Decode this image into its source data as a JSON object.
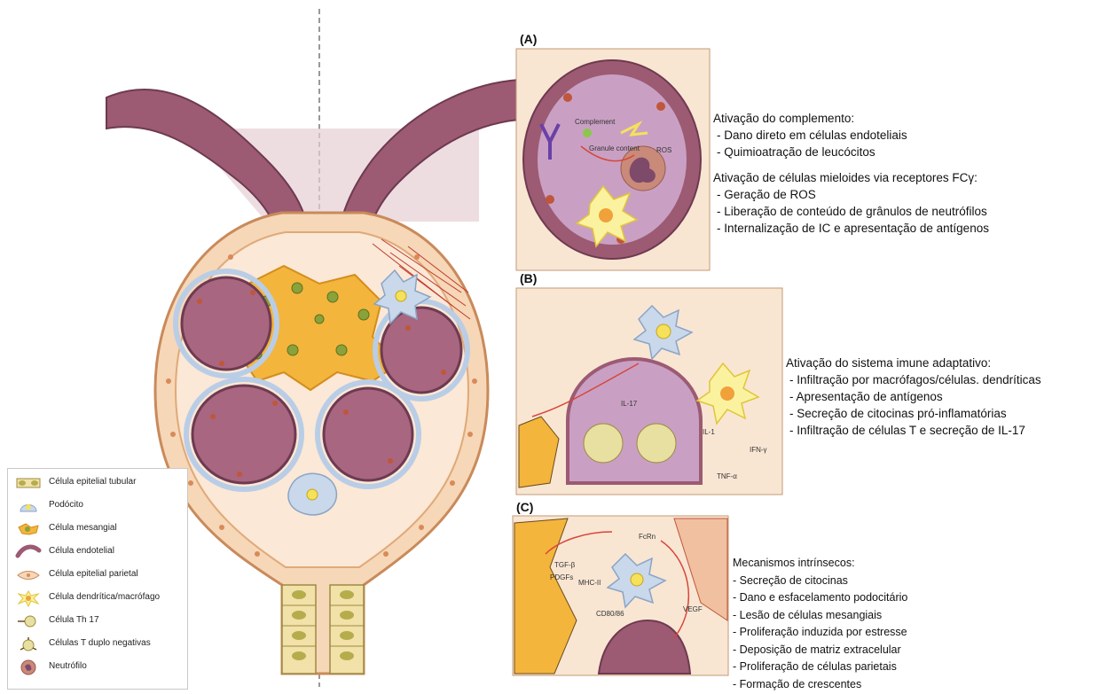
{
  "panels": {
    "a": {
      "label": "(A)"
    },
    "b": {
      "label": "(B)"
    },
    "c": {
      "label": "(C)"
    }
  },
  "inset_labels": {
    "complement": "Complement",
    "granule_content": "Granule content",
    "ros": "ROS",
    "il17": "IL-17",
    "il1": "IL-1",
    "ifng": "IFN-γ",
    "tnfa": "TNF-α",
    "tgfb": "TGF-β",
    "pdgfs": "PDGFs",
    "mhc2": "MHC-II",
    "cd80": "CD80/86",
    "fcrn": "FcRn",
    "vegf": "VEGF"
  },
  "text_a": {
    "group1_title": "Ativação do complemento:",
    "group1_items": [
      "- Dano direto em células endoteliais",
      "- Quimioatração de leucócitos"
    ],
    "group2_title": "Ativação de células mieloides via receptores FCγ:",
    "group2_items": [
      "- Geração de ROS",
      "- Liberação de conteúdo de grânulos de neutrófilos",
      "- Internalização de IC e apresentação de antígenos"
    ]
  },
  "text_b": {
    "title": "Ativação do sistema imune adaptativo:",
    "items": [
      "- Infiltração por macrófagos/células. dendríticas",
      "- Apresentação de antígenos",
      "- Secreção de citocinas pró-inflamatórias",
      "- Infiltração de células T e secreção de IL-17"
    ]
  },
  "text_c": {
    "title": "Mecanismos intrínsecos:",
    "items": [
      "- Secreção de citocinas",
      "- Dano e esfacelamento podocitário",
      "- Lesão de células mesangiais",
      "- Proliferação induzida por estresse",
      "- Deposição de matriz extracelular",
      "- Proliferação de células parietais",
      "- Formação de crescentes"
    ]
  },
  "legend": {
    "items": [
      {
        "label": "Célula epitelial tubular",
        "icon": "tubular-cell-icon"
      },
      {
        "label": "Podócito",
        "icon": "podocyte-icon"
      },
      {
        "label": "Célula mesangial",
        "icon": "mesangial-cell-icon"
      },
      {
        "label": "Célula endotelial",
        "icon": "endothelial-cell-icon"
      },
      {
        "label": "Célula epitelial parietal",
        "icon": "parietal-cell-icon"
      },
      {
        "label": "Célula dendrítica/macrófago",
        "icon": "dendritic-cell-icon"
      },
      {
        "label": "Célula Th 17",
        "icon": "th17-cell-icon"
      },
      {
        "label": "Células T duplo negativas",
        "icon": "dn-t-cell-icon"
      },
      {
        "label": "Neutrófilo",
        "icon": "neutrophil-icon"
      }
    ]
  },
  "colors": {
    "capillary": "#9c5a73",
    "capsule": "#f6d7b8",
    "mesangial": "#f3b53c",
    "podocyte": "#c9d8ea",
    "inset_bg": "#f8e6d3"
  }
}
